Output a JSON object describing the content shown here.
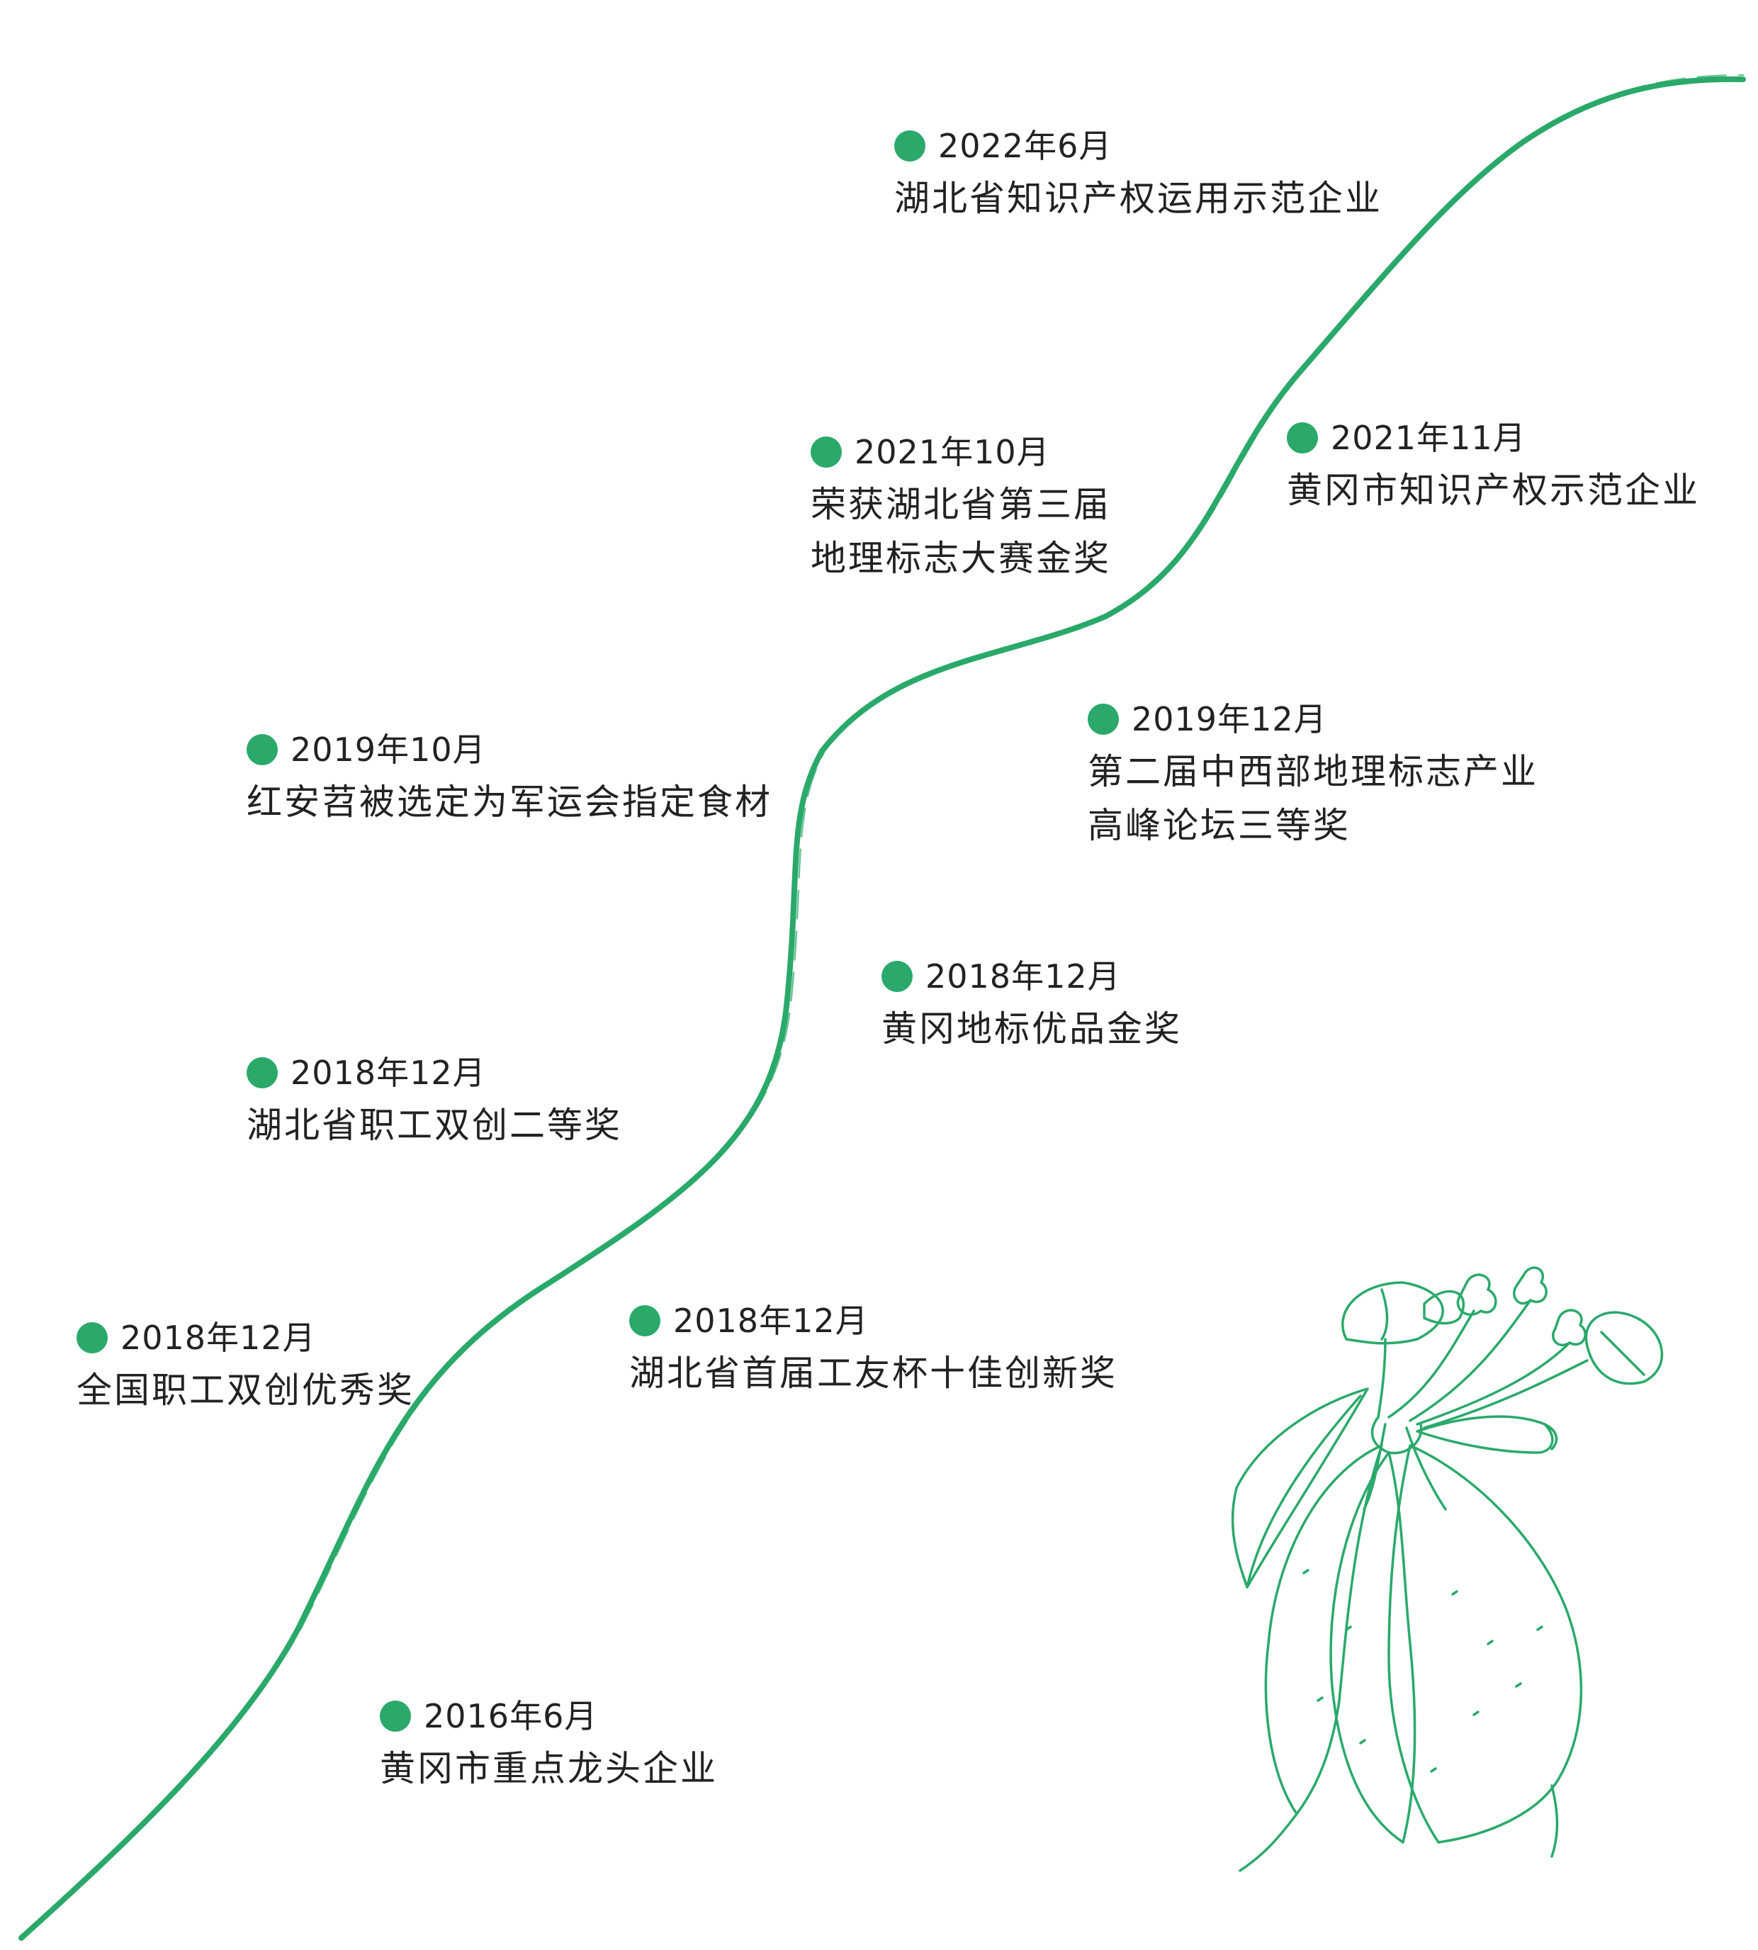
{
  "theme": {
    "accent": "#2aa96a",
    "text": "#222222",
    "background": "#ffffff"
  },
  "milestones": [
    {
      "date": "2022年6月",
      "lines": [
        "湖北省知识产权运用示范企业"
      ]
    },
    {
      "date": "2021年11月",
      "lines": [
        "黄冈市知识产权示范企业"
      ]
    },
    {
      "date": "2021年10月",
      "lines": [
        "荣获湖北省第三届",
        "地理标志大赛金奖"
      ]
    },
    {
      "date": "2019年12月",
      "lines": [
        "第二届中西部地理标志产业",
        "高峰论坛三等奖"
      ]
    },
    {
      "date": "2019年10月",
      "lines": [
        "红安苕被选定为军运会指定食材"
      ]
    },
    {
      "date": "2018年12月",
      "lines": [
        "黄冈地标优品金奖"
      ]
    },
    {
      "date": "2018年12月",
      "lines": [
        "湖北省职工双创二等奖"
      ]
    },
    {
      "date": "2018年12月",
      "lines": [
        "湖北省首届工友杯十佳创新奖"
      ]
    },
    {
      "date": "2018年12月",
      "lines": [
        "全国职工双创优秀奖"
      ]
    },
    {
      "date": "2016年6月",
      "lines": [
        "黄冈市重点龙头企业"
      ]
    }
  ],
  "illustration": {
    "icon": "sweet-potato-plant-icon"
  }
}
